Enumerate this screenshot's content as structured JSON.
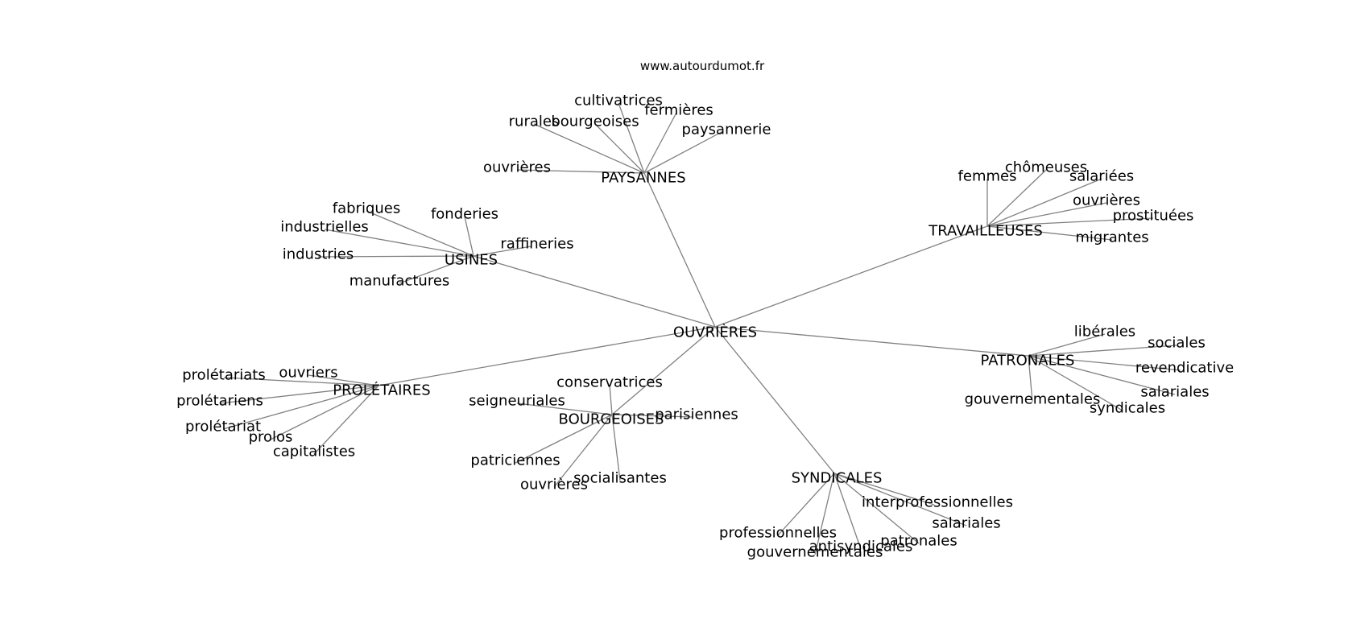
{
  "watermark": "www.autourdumot.fr",
  "root": "OUVRIÈRES",
  "colors": {
    "edge": "#808080",
    "text": "#000000",
    "background": "#ffffff"
  },
  "groups": [
    {
      "hub": "PAYSANNES",
      "leaves": [
        "cultivatrices",
        "fermières",
        "rurales",
        "bourgeoises",
        "paysannerie",
        "ouvrières"
      ]
    },
    {
      "hub": "TRAVAILLEUSES",
      "leaves": [
        "chômeuses",
        "femmes",
        "salariées",
        "ouvrières",
        "prostituées",
        "migrantes"
      ]
    },
    {
      "hub": "USINES",
      "leaves": [
        "fabriques",
        "fonderies",
        "industrielles",
        "raffineries",
        "industries",
        "manufactures"
      ]
    },
    {
      "hub": "PATRONALES",
      "leaves": [
        "libérales",
        "sociales",
        "revendicative",
        "salariales",
        "gouvernementales",
        "syndicales"
      ]
    },
    {
      "hub": "PROLÉTAIRES",
      "leaves": [
        "ouvriers",
        "prolétariats",
        "prolétariens",
        "prolétariat",
        "prolos",
        "capitalistes"
      ]
    },
    {
      "hub": "BOURGEOISES",
      "leaves": [
        "conservatrices",
        "seigneuriales",
        "parisiennes",
        "patriciennes",
        "ouvrières",
        "socialisantes"
      ]
    },
    {
      "hub": "SYNDICALES",
      "leaves": [
        "interprofessionnelles",
        "salariales",
        "patronales",
        "professionnelles",
        "antisyndicales",
        "gouvernementales"
      ]
    }
  ]
}
